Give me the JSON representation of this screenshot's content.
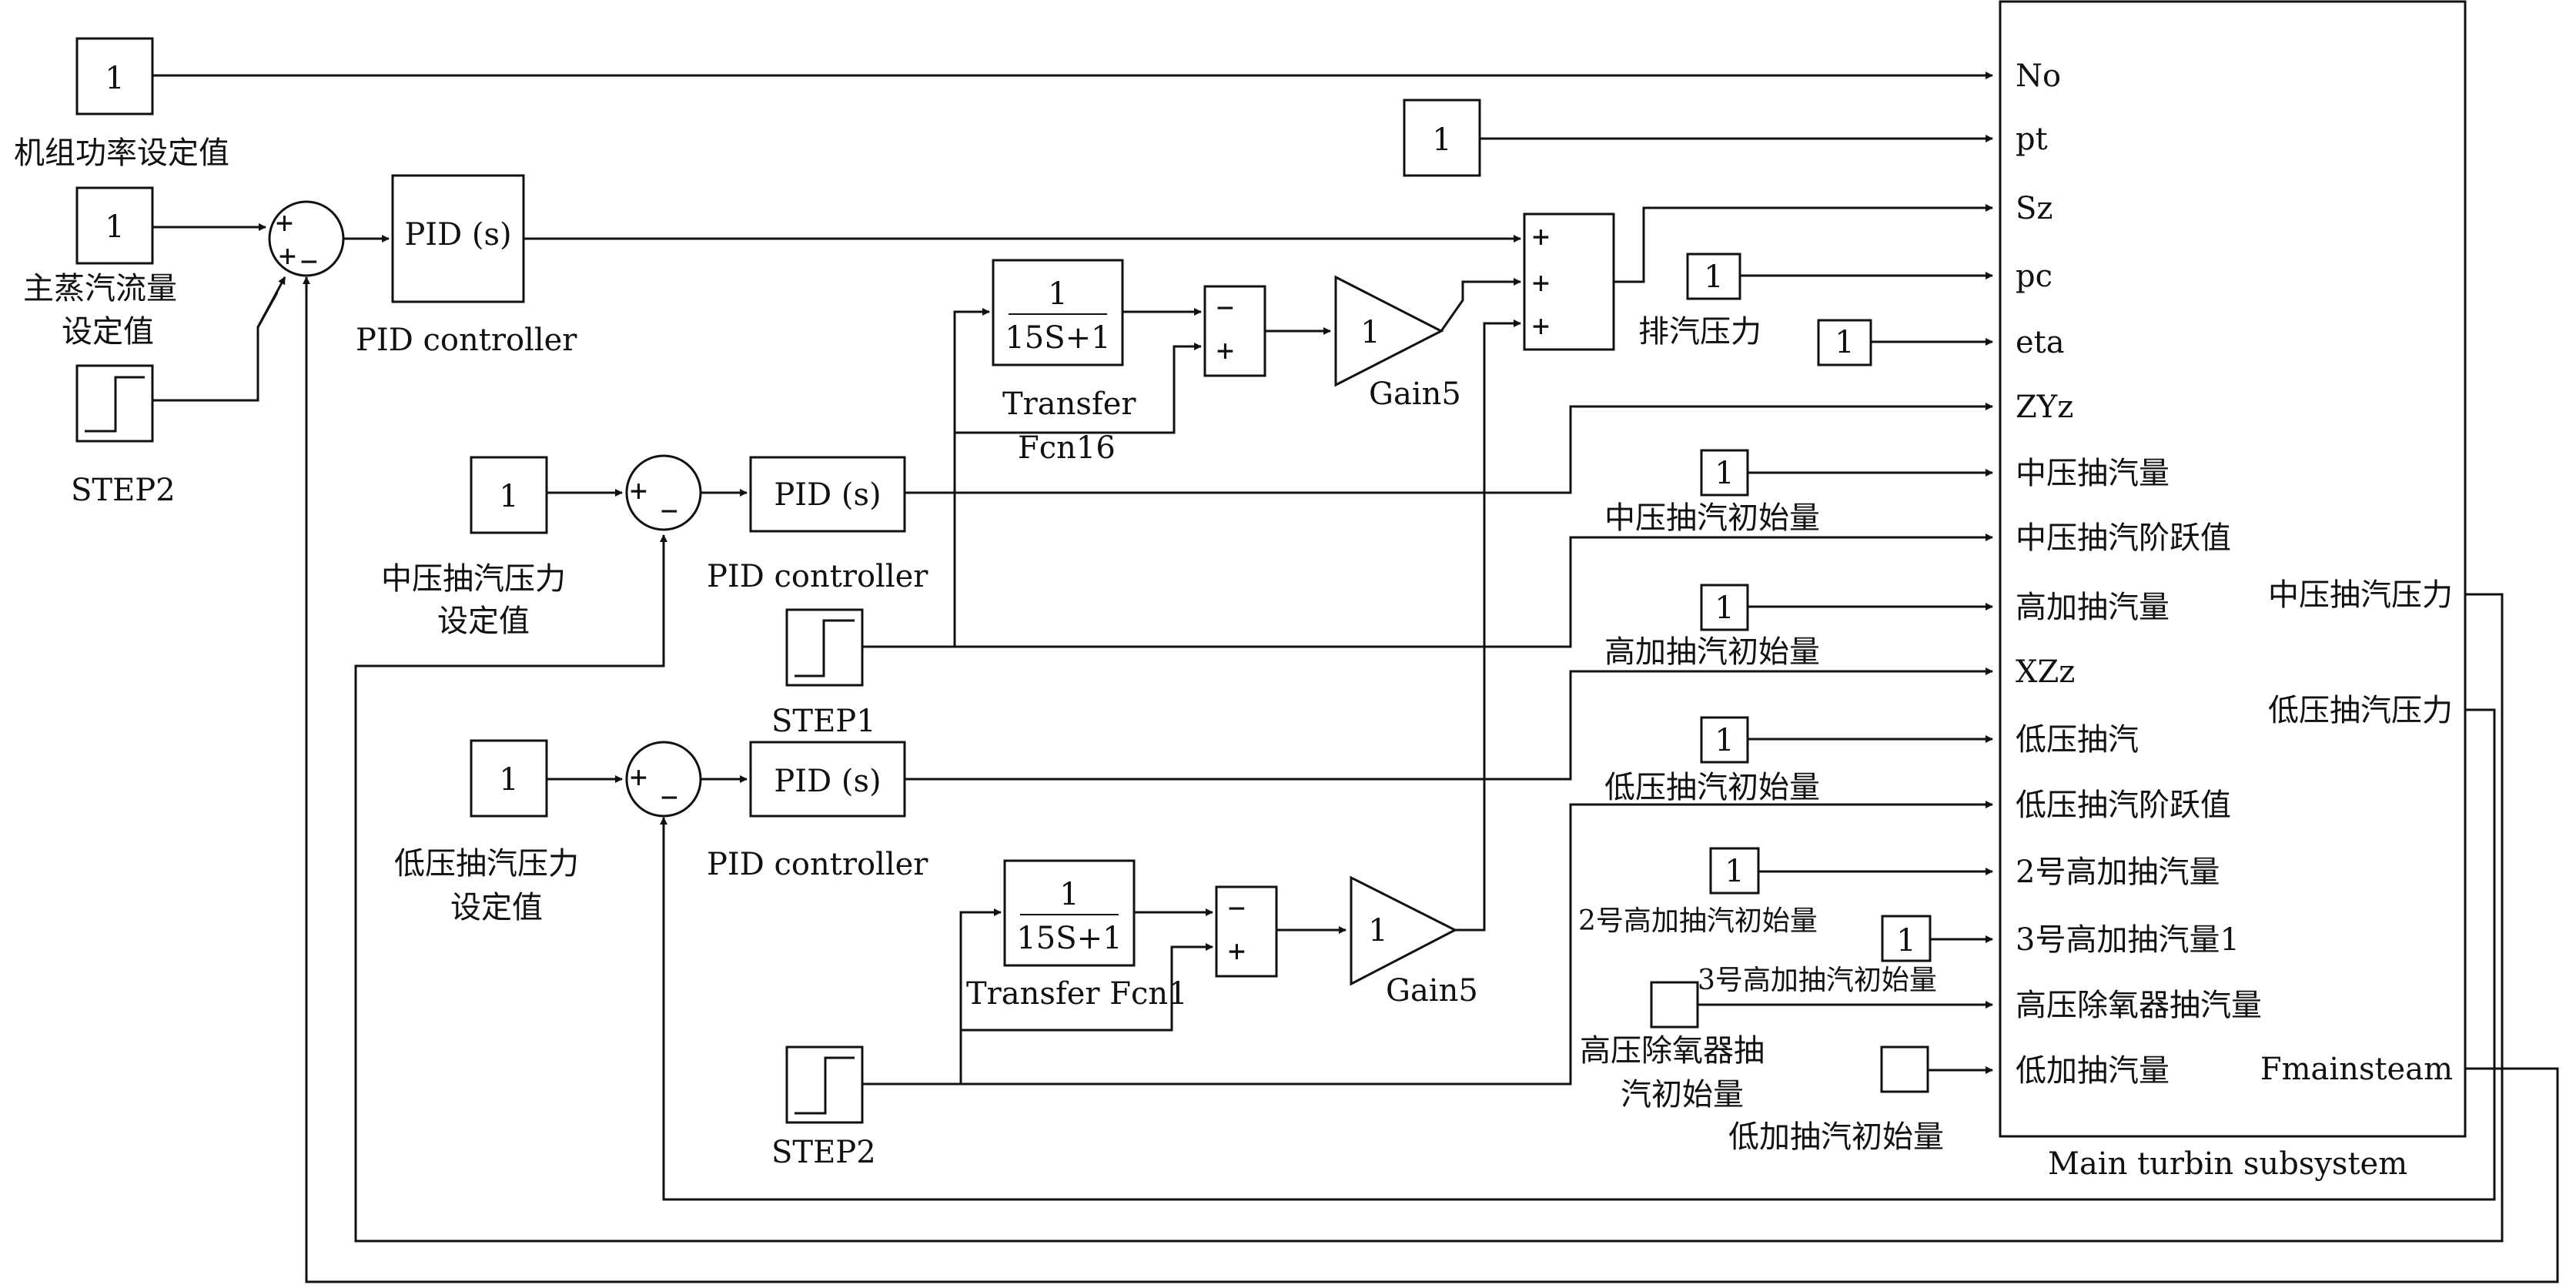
{
  "blocks": {
    "const_1": "1",
    "pid_label": "PID (s)",
    "pid_controller": "PID controller",
    "transfer_num": "1",
    "transfer_den": "15S+1",
    "gain_value": "1",
    "gain5": "Gain5",
    "step2": "STEP2",
    "step1": "STEP1",
    "transfer_fcn16_line1": "Transfer",
    "transfer_fcn16_line2": "Fcn16",
    "transfer_fcn1": "Transfer Fcn1",
    "plus": "+",
    "minus": "−"
  },
  "labels": {
    "unit_power_setpoint": "机组功率设定值",
    "main_steam_setpoint_line1": "主蒸汽流量",
    "main_steam_setpoint_line2": "设定值",
    "ip_extraction_pressure_setpoint_line1": "中压抽汽压力",
    "ip_extraction_pressure_setpoint_line2": "设定值",
    "lp_extraction_pressure_setpoint_line1": "低压抽汽压力",
    "lp_extraction_pressure_setpoint_line2": "设定值",
    "exhaust_pressure": "排汽压力",
    "ip_extraction_initial": "中压抽汽初始量",
    "hp_heater_extraction_initial": "高加抽汽初始量",
    "lp_extraction_initial": "低压抽汽初始量",
    "no2_hp_heater_extraction_initial": "2号高加抽汽初始量",
    "no3_hp_heater_extraction_initial": "3号高加抽汽初始量",
    "hp_deaerator_extraction_initial_line1": "高压除氧器抽",
    "hp_deaerator_extraction_initial_line2": "汽初始量",
    "lp_heater_extraction_initial": "低加抽汽初始量",
    "subsystem_name": "Main turbin subsystem"
  },
  "subsystem": {
    "inputs": [
      "No",
      "pt",
      "Sz",
      "pc",
      "eta",
      "ZYz",
      "中压抽汽量",
      "中压抽汽阶跃值",
      "高加抽汽量",
      "XZz",
      "低压抽汽",
      "低压抽汽阶跃值",
      "2号高加抽汽量",
      "3号高加抽汽量1",
      "高压除氧器抽汽量",
      "低加抽汽量"
    ],
    "outputs": [
      "中压抽汽压力",
      "低压抽汽压力",
      "Fmainsteam"
    ]
  }
}
